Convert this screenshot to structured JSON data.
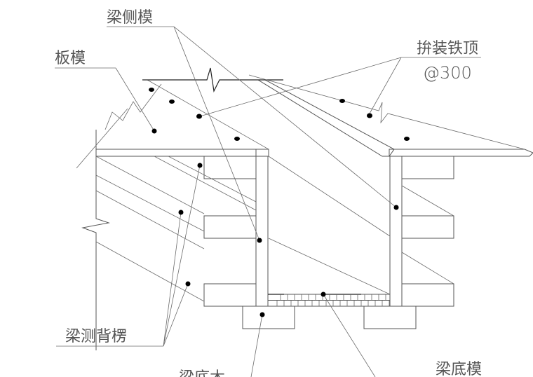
{
  "drawing": {
    "title": "梁模板支设示意",
    "labels": {
      "beam_side_form": "梁侧模",
      "slab_form": "板模",
      "tie_bar": "拚装铁顶",
      "tie_spacing": "@300",
      "beam_side_back_ribs": "梁测背楞",
      "beam_bottom_wood": "梁底木",
      "beam_bottom_form": "梁底模"
    },
    "colors": {
      "line": "#555555",
      "text": "#555555",
      "hatch": "#777777",
      "dot": "#000000"
    }
  }
}
